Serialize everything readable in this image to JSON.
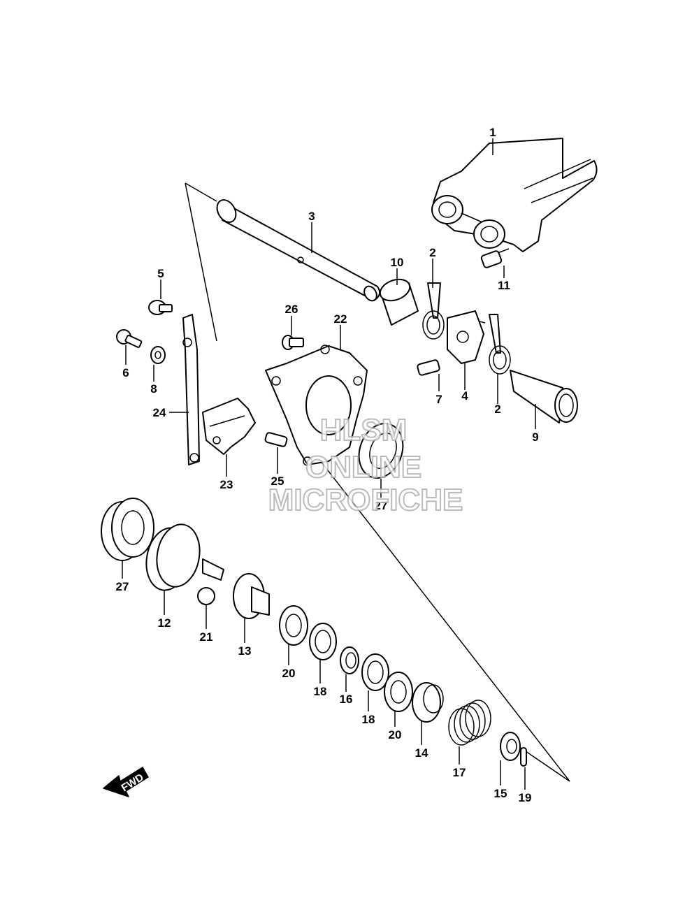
{
  "watermark": {
    "line1": "HLSM",
    "line2": "ONLINE",
    "line3": "MICROFICHE"
  },
  "direction_badge": "FWD",
  "callouts": [
    {
      "id": "c1",
      "label": "1"
    },
    {
      "id": "c2a",
      "label": "2"
    },
    {
      "id": "c2b",
      "label": "2"
    },
    {
      "id": "c3",
      "label": "3"
    },
    {
      "id": "c4",
      "label": "4"
    },
    {
      "id": "c5",
      "label": "5"
    },
    {
      "id": "c6",
      "label": "6"
    },
    {
      "id": "c7",
      "label": "7"
    },
    {
      "id": "c8",
      "label": "8"
    },
    {
      "id": "c9",
      "label": "9"
    },
    {
      "id": "c10",
      "label": "10"
    },
    {
      "id": "c11",
      "label": "11"
    },
    {
      "id": "c12",
      "label": "12"
    },
    {
      "id": "c13",
      "label": "13"
    },
    {
      "id": "c14",
      "label": "14"
    },
    {
      "id": "c15",
      "label": "15"
    },
    {
      "id": "c16",
      "label": "16"
    },
    {
      "id": "c17",
      "label": "17"
    },
    {
      "id": "c18a",
      "label": "18"
    },
    {
      "id": "c18b",
      "label": "18"
    },
    {
      "id": "c19",
      "label": "19"
    },
    {
      "id": "c20a",
      "label": "20"
    },
    {
      "id": "c20b",
      "label": "20"
    },
    {
      "id": "c21",
      "label": "21"
    },
    {
      "id": "c22",
      "label": "22"
    },
    {
      "id": "c23",
      "label": "23"
    },
    {
      "id": "c24",
      "label": "24"
    },
    {
      "id": "c25",
      "label": "25"
    },
    {
      "id": "c26",
      "label": "26"
    },
    {
      "id": "c27a",
      "label": "27"
    },
    {
      "id": "c27b",
      "label": "27"
    }
  ]
}
